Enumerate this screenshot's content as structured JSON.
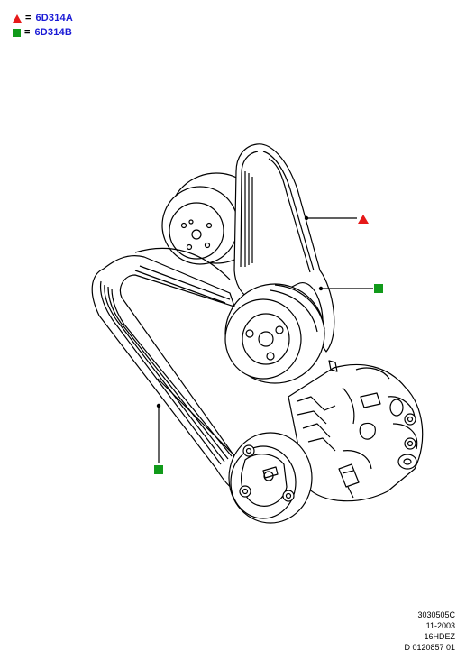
{
  "legend": [
    {
      "symbol": "triangle",
      "color": "#e61919",
      "equals": "=",
      "part_number": "6D314A"
    },
    {
      "symbol": "square",
      "color": "#119a1a",
      "equals": "=",
      "part_number": "6D314B"
    }
  ],
  "callouts": [
    {
      "symbol": "triangle",
      "color": "#e61919",
      "part_number": "6D314A"
    },
    {
      "symbol": "square",
      "color": "#119a1a",
      "part_number": "6D314B"
    },
    {
      "symbol": "square",
      "color": "#119a1a",
      "part_number": "6D314B"
    }
  ],
  "diagram_info": {
    "line1": "3030505C",
    "line2": "11-2003",
    "line3": "16HDEZ",
    "line4": "D 0120857 01"
  }
}
